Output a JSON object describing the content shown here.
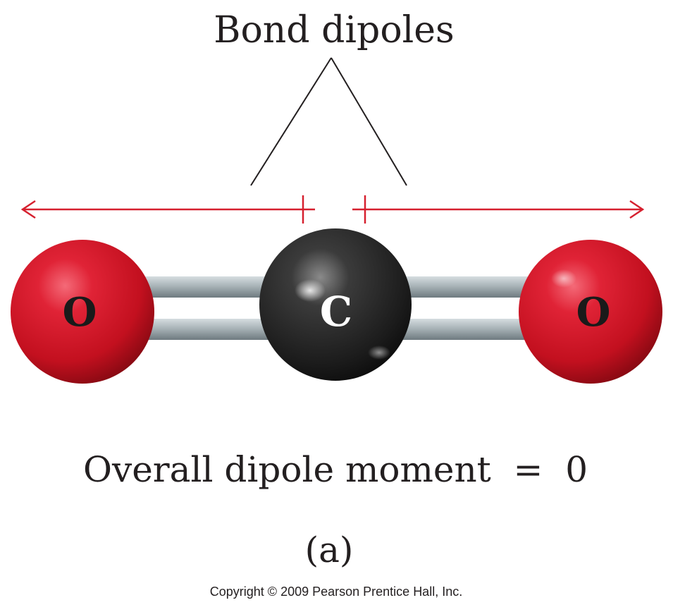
{
  "title": "Bond dipoles",
  "atoms": [
    {
      "label": "O",
      "element": "oxygen"
    },
    {
      "label": "C",
      "element": "carbon"
    },
    {
      "label": "O",
      "element": "oxygen"
    }
  ],
  "caption": "Overall dipole moment  =  0",
  "panel_label": "(a)",
  "copyright": "Copyright © 2009 Pearson Prentice Hall, Inc.",
  "colors": {
    "oxygen": "#d0142c",
    "carbon": "#2b2b2b",
    "bond": "#a9b4b8",
    "dipole_arrow": "#d6202f",
    "text": "#231f20",
    "leader_line": "#231f20"
  }
}
